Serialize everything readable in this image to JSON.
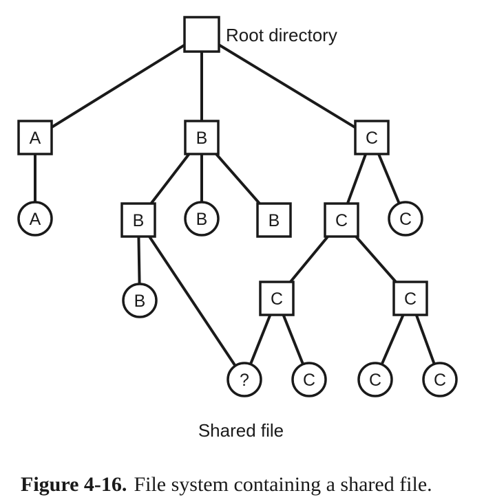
{
  "diagram": {
    "root_label": "Root directory",
    "shared_label": "Shared file",
    "nodes": [
      {
        "id": "root",
        "kind": "directory",
        "label": ""
      },
      {
        "id": "dirA",
        "kind": "directory",
        "label": "A"
      },
      {
        "id": "dirB",
        "kind": "directory",
        "label": "B"
      },
      {
        "id": "dirC",
        "kind": "directory",
        "label": "C"
      },
      {
        "id": "fileA",
        "kind": "file",
        "label": "A"
      },
      {
        "id": "dirB1",
        "kind": "directory",
        "label": "B"
      },
      {
        "id": "fileB1",
        "kind": "file",
        "label": "B"
      },
      {
        "id": "dirB2",
        "kind": "directory",
        "label": "B"
      },
      {
        "id": "fileB2",
        "kind": "file",
        "label": "B"
      },
      {
        "id": "dirC1",
        "kind": "directory",
        "label": "C"
      },
      {
        "id": "fileC1",
        "kind": "file",
        "label": "C"
      },
      {
        "id": "dirC2",
        "kind": "directory",
        "label": "C"
      },
      {
        "id": "dirC3",
        "kind": "directory",
        "label": "C"
      },
      {
        "id": "shared",
        "kind": "file",
        "label": "?"
      },
      {
        "id": "fileC2",
        "kind": "file",
        "label": "C"
      },
      {
        "id": "fileC3",
        "kind": "file",
        "label": "C"
      },
      {
        "id": "fileC4",
        "kind": "file",
        "label": "C"
      }
    ],
    "edges": [
      [
        "root",
        "dirA"
      ],
      [
        "root",
        "dirB"
      ],
      [
        "root",
        "dirC"
      ],
      [
        "dirA",
        "fileA"
      ],
      [
        "dirB",
        "dirB1"
      ],
      [
        "dirB",
        "fileB1"
      ],
      [
        "dirB",
        "dirB2"
      ],
      [
        "dirB1",
        "fileB2"
      ],
      [
        "dirB1",
        "shared"
      ],
      [
        "dirC",
        "dirC1"
      ],
      [
        "dirC",
        "fileC1"
      ],
      [
        "dirC1",
        "dirC2"
      ],
      [
        "dirC1",
        "dirC3"
      ],
      [
        "dirC2",
        "shared"
      ],
      [
        "dirC2",
        "fileC2"
      ],
      [
        "dirC3",
        "fileC3"
      ],
      [
        "dirC3",
        "fileC4"
      ]
    ]
  },
  "caption": {
    "figure_number": "Figure 4-16.",
    "text": "File system containing a shared file."
  }
}
